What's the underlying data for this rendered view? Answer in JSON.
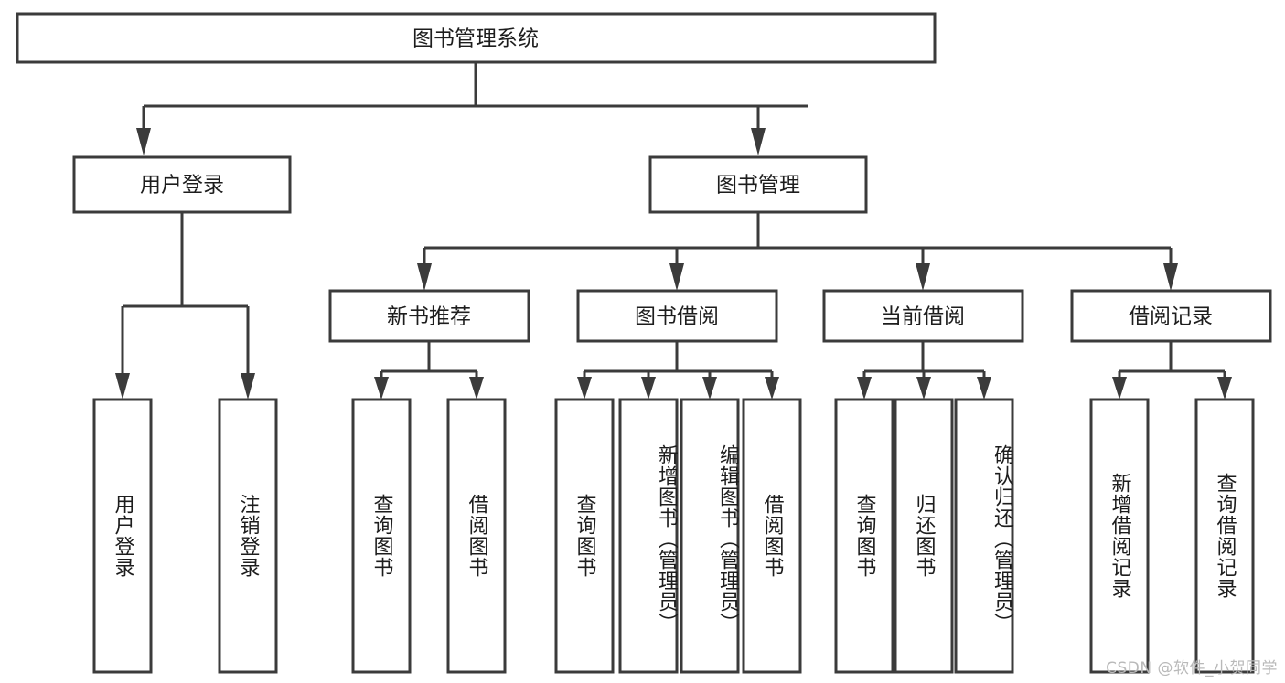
{
  "diagram": {
    "title": "图书管理系统",
    "type": "tree-hierarchy",
    "orientation": "top-down",
    "colors": {
      "stroke": "#3b3b3b",
      "fill": "#ffffff",
      "text": "#1d1d1d",
      "watermark": "#b9b9b9"
    },
    "root": {
      "label": "图书管理系统"
    },
    "level2": [
      {
        "label": "用户登录"
      },
      {
        "label": "图书管理"
      }
    ],
    "level3": [
      {
        "label": "新书推荐"
      },
      {
        "label": "图书借阅"
      },
      {
        "label": "当前借阅"
      },
      {
        "label": "借阅记录"
      }
    ],
    "leaves": {
      "user_login": [
        "用户登录",
        "注销登录"
      ],
      "new_book_recommend": [
        "查询图书",
        "借阅图书"
      ],
      "book_borrow": [
        "查询图书",
        "新增图书（管理员）",
        "编辑图书（管理员）",
        "借阅图书"
      ],
      "current_borrow": [
        "查询图书",
        "归还图书",
        "确认归还（管理员）"
      ],
      "borrow_records": [
        "新增借阅记录",
        "查询借阅记录"
      ]
    }
  },
  "watermark": {
    "text": "CSDN @软件_小贺同学"
  }
}
